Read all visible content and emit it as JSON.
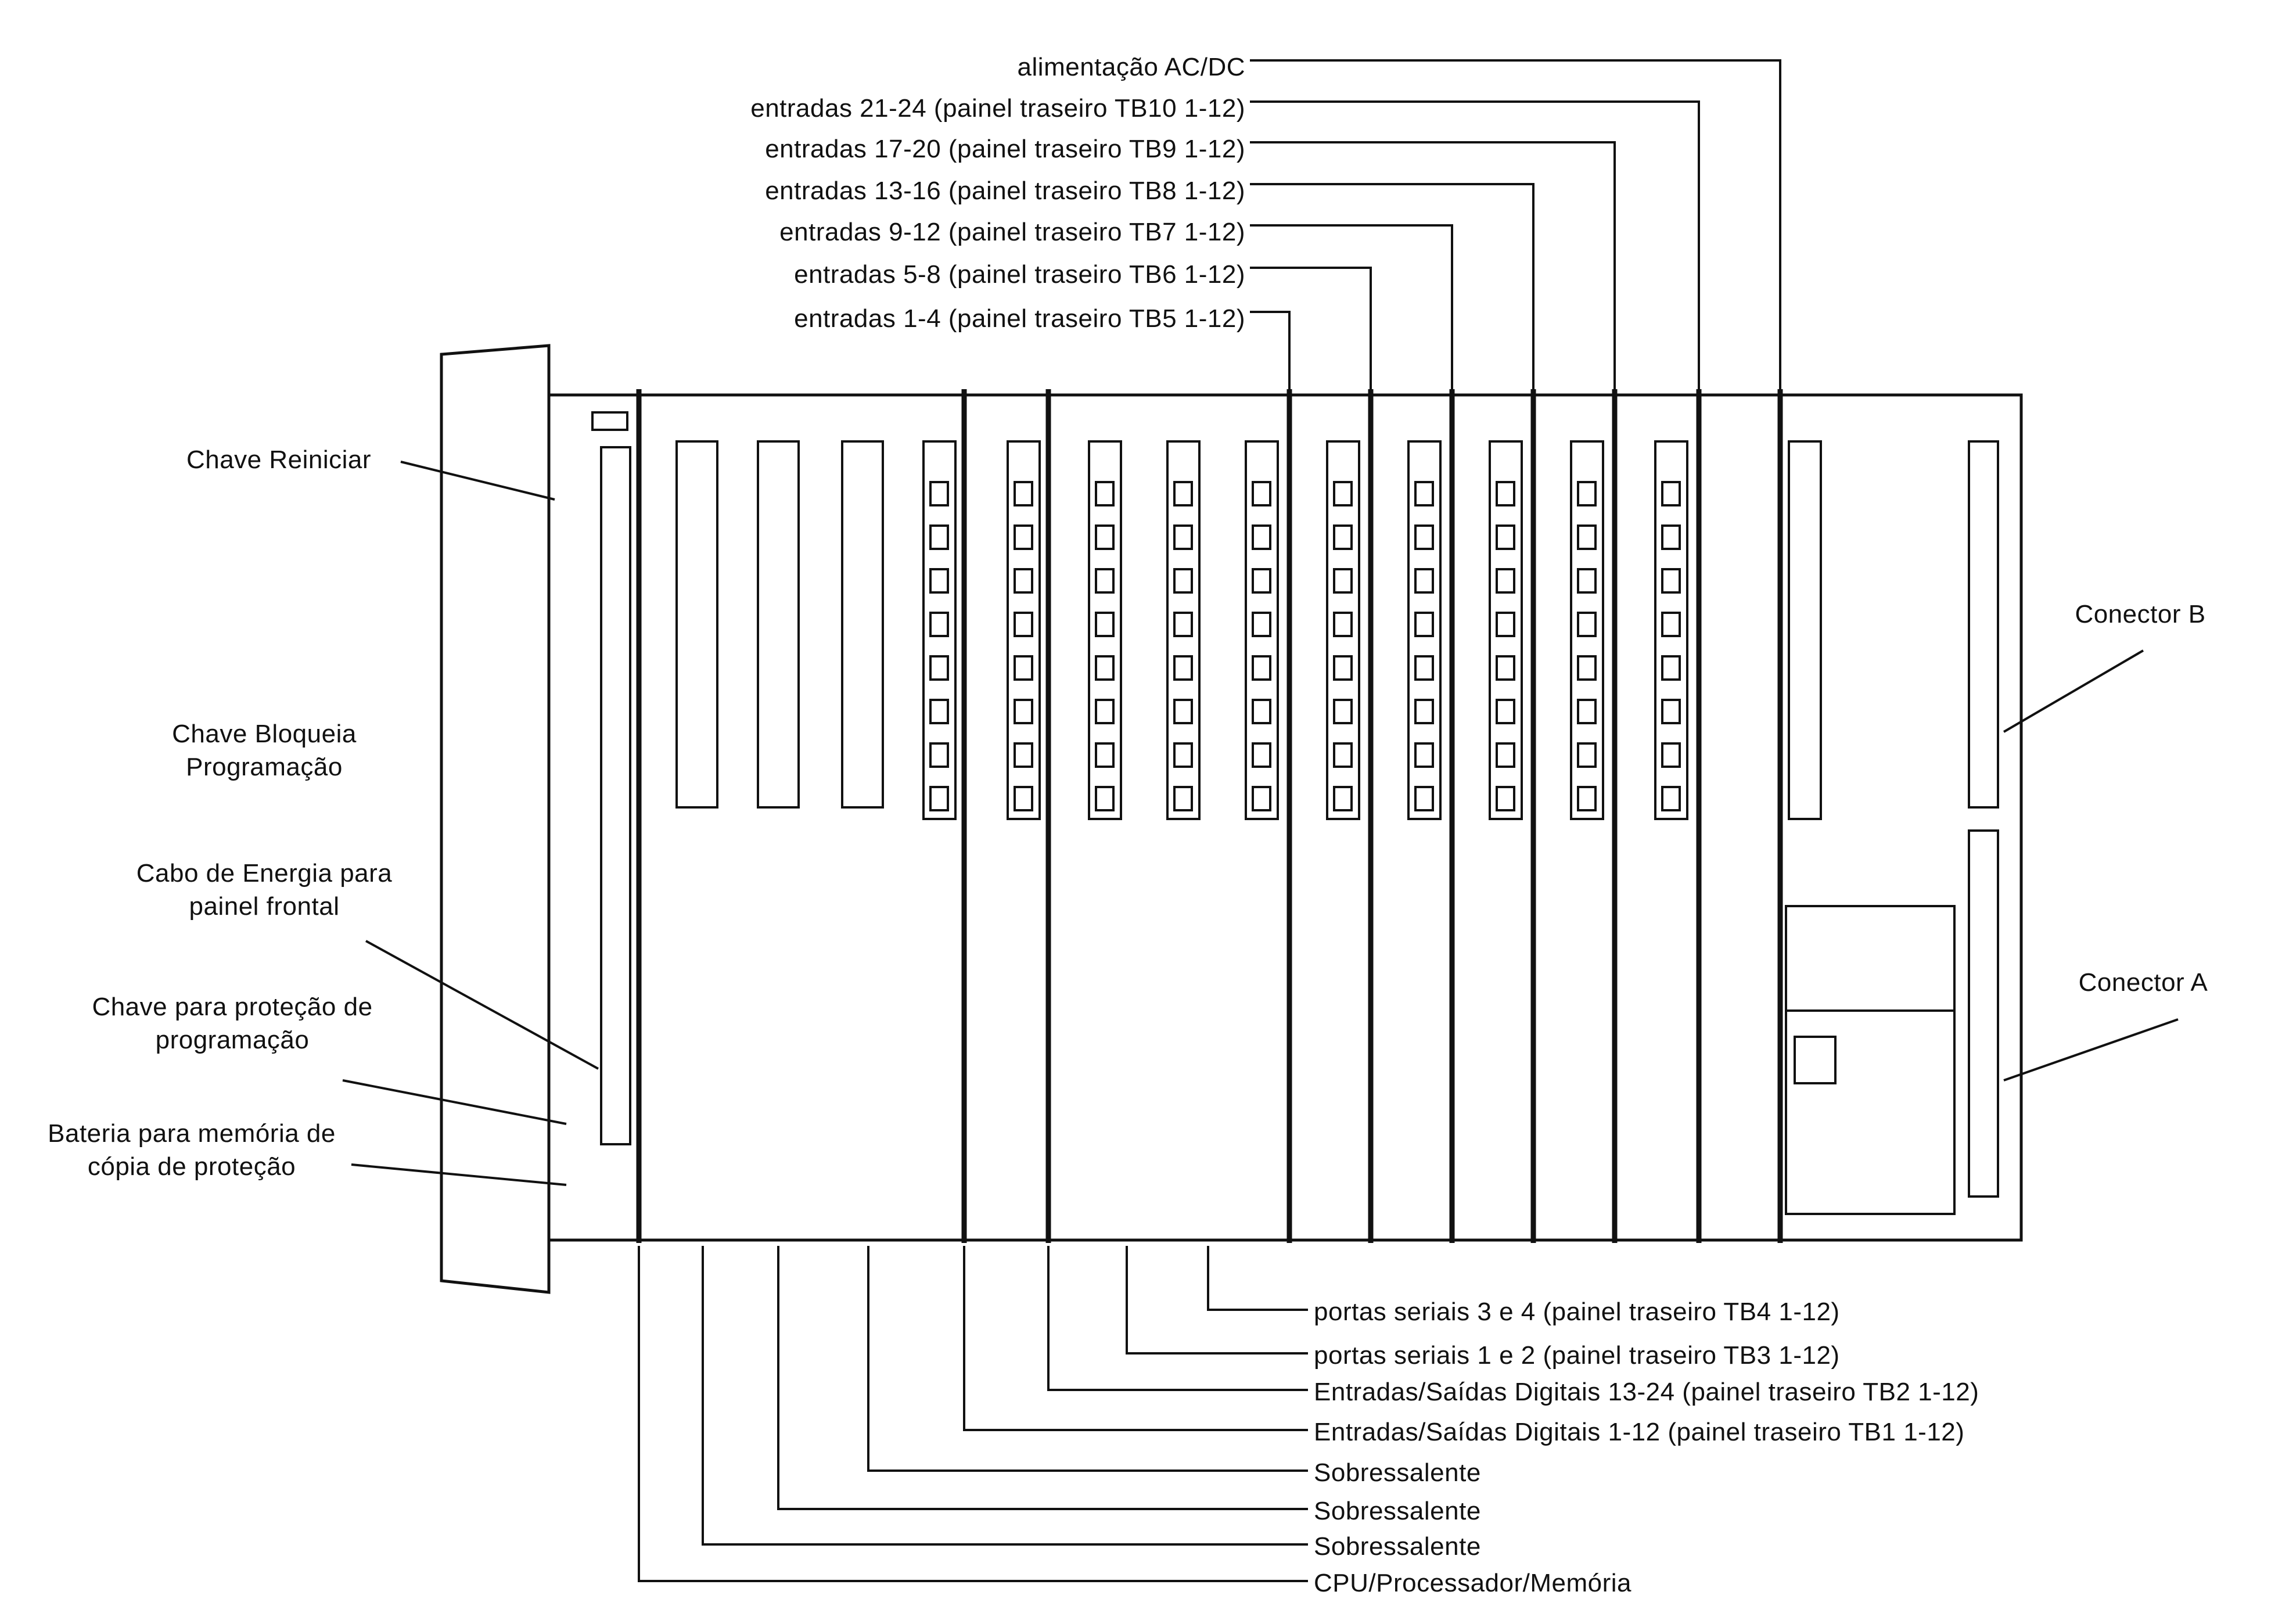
{
  "top_labels": [
    "alimentação AC/DC",
    "entradas 21-24 (painel traseiro TB10 1-12)",
    "entradas 17-20 (painel traseiro TB9 1-12)",
    "entradas 13-16 (painel traseiro TB8 1-12)",
    "entradas 9-12 (painel traseiro TB7 1-12)",
    "entradas 5-8 (painel traseiro TB6 1-12)",
    "entradas 1-4 (painel traseiro TB5 1-12)"
  ],
  "bottom_labels": [
    "portas seriais 3 e 4 (painel traseiro TB4 1-12)",
    "portas seriais 1 e 2 (painel traseiro TB3 1-12)",
    "Entradas/Saídas Digitais 13-24 (painel traseiro TB2 1-12)",
    "Entradas/Saídas Digitais 1-12 (painel traseiro TB1 1-12)",
    "Sobressalente",
    "Sobressalente",
    "Sobressalente",
    "CPU/Processador/Memória"
  ],
  "left_labels": {
    "reset_switch": "Chave Reiniciar",
    "program_lock_switch": "Chave Bloqueia Programação",
    "front_panel_power_cable": "Cabo de Energia para painel frontal",
    "program_protection_switch": "Chave para proteção de programação",
    "backup_battery": "Bateria para memória de cópia de proteção"
  },
  "right_labels": {
    "connector_b": "Conector B",
    "connector_a": "Conector A"
  },
  "colors": {
    "line": "#111111",
    "background": "#ffffff"
  }
}
